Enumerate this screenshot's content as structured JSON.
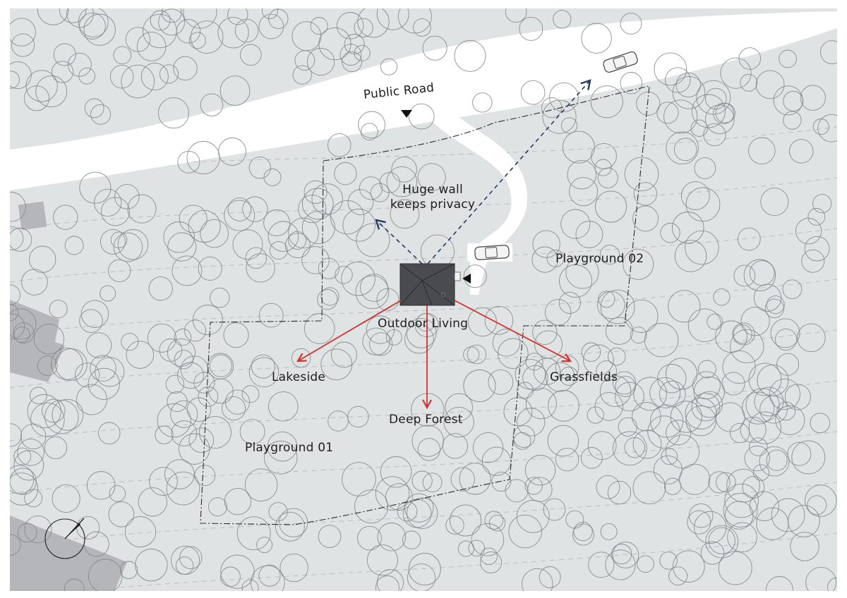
{
  "labels": {
    "public_road": "Public Road",
    "wall_line1": "Huge wall",
    "wall_line2": "keeps privacy",
    "playground_02": "Playground 02",
    "outdoor_living": "Outdoor Living",
    "lakeside": "Lakeside",
    "grassfields": "Grassfields",
    "deep_forest": "Deep Forest",
    "playground_01": "Playground 01"
  },
  "colors": {
    "land": "#dfe3e3",
    "road": "#ffffff",
    "neighbor_buildings": "#b5b6b9",
    "house_roof": "#4a4b4e",
    "tree_outline": "#7f8788",
    "view_arrows": "#d2312f",
    "privacy_arrows": "#243b60",
    "boundary": "#2b2b2b"
  },
  "icons": [
    "north-arrow-icon",
    "car-icon",
    "entrance-marker-icon",
    "road-marker-icon"
  ]
}
